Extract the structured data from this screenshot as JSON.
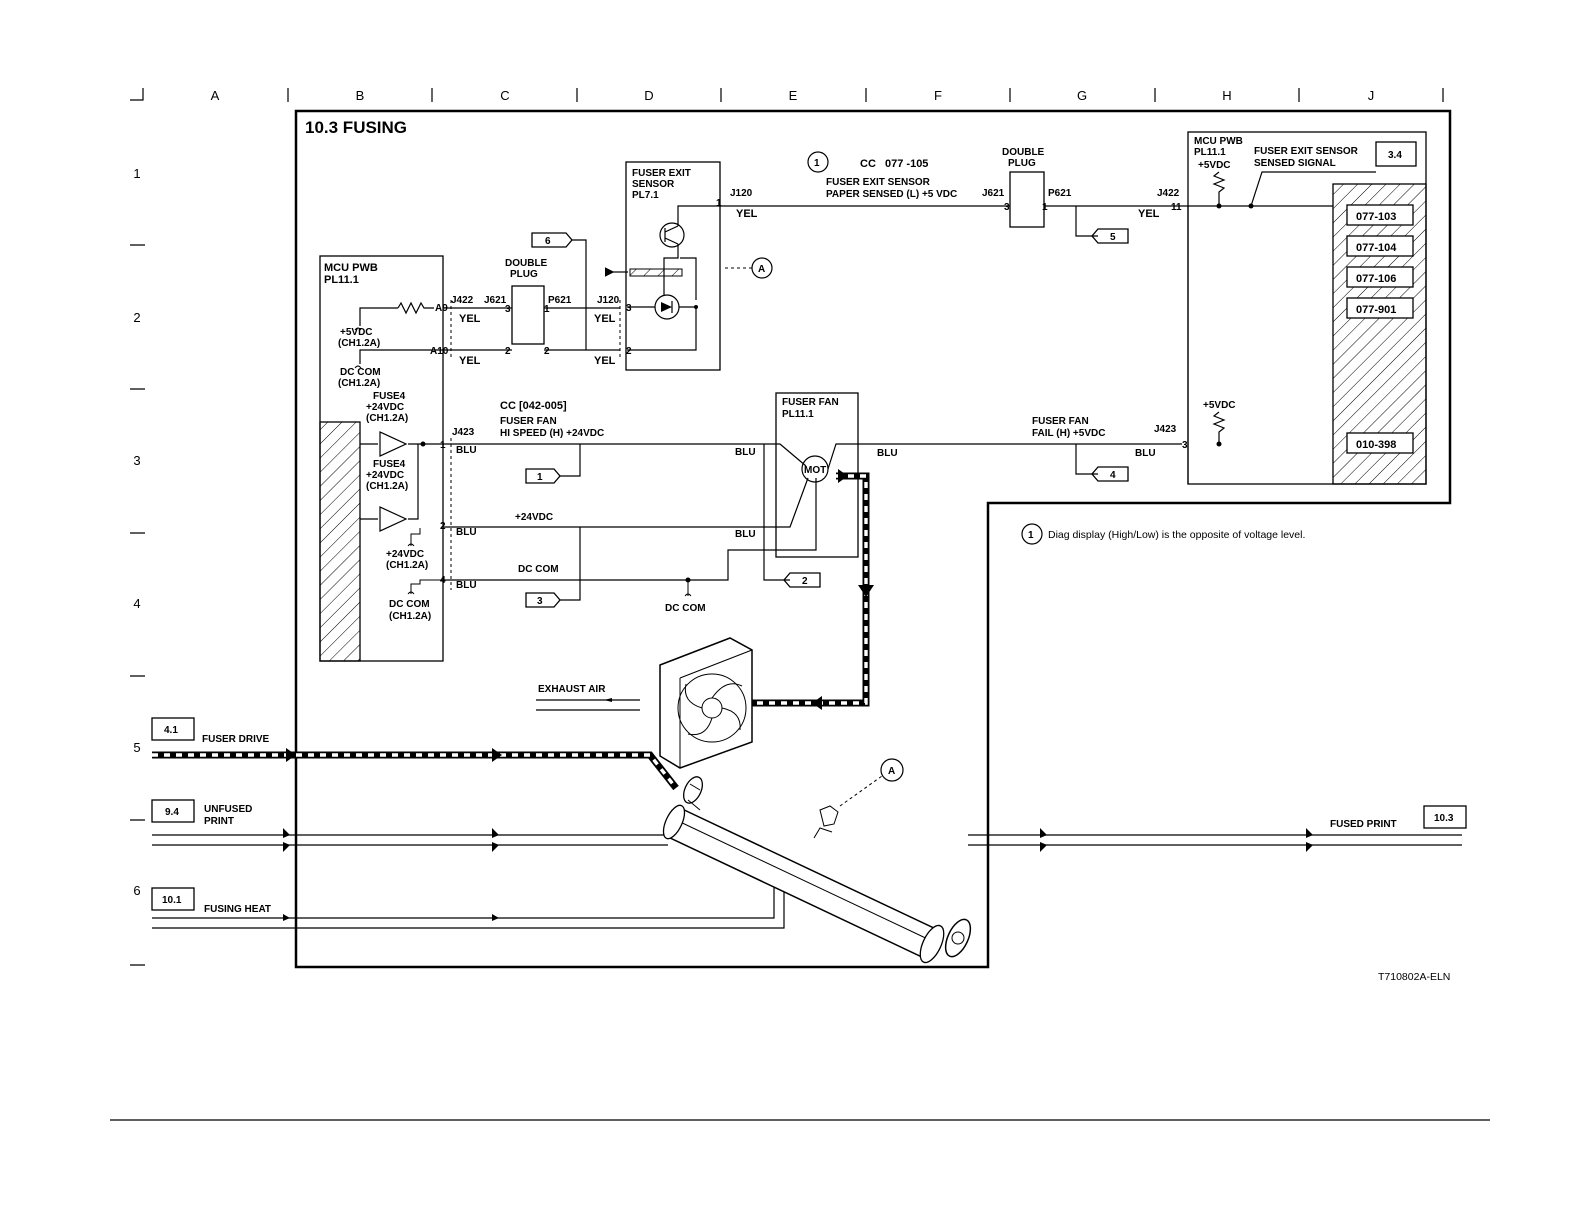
{
  "grid": {
    "columns": [
      "A",
      "B",
      "C",
      "D",
      "E",
      "F",
      "G",
      "H",
      "J"
    ],
    "rows": [
      "1",
      "2",
      "3",
      "4",
      "5",
      "6"
    ]
  },
  "title": "10.3  FUSING",
  "drawing_id": "T710802A-ELN",
  "note": {
    "number": "1",
    "text": "Diag display (High/Low) is the opposite of voltage level."
  },
  "components": {
    "mcu_left": {
      "name": "MCU PWB",
      "pl": "PL11.1"
    },
    "mcu_right": {
      "name": "MCU PWB",
      "pl": "PL11.1"
    },
    "exit_sensor": {
      "line1": "FUSER EXIT",
      "line2": "SENSOR",
      "pl": "PL7.1"
    },
    "fuser_fan": {
      "name": "FUSER FAN",
      "pl": "PL11.1",
      "mot": "MOT"
    },
    "double_plug_left": {
      "line1": "DOUBLE",
      "line2": "PLUG"
    },
    "double_plug_right": {
      "line1": "DOUBLE",
      "line2": "PLUG"
    }
  },
  "labels": {
    "j422": "J422",
    "j621": "J621",
    "p621": "P621",
    "j120": "J120",
    "j423": "J423",
    "a9": "A9",
    "a10": "A10",
    "yel": "YEL",
    "blu": "BLU",
    "pin1": "1",
    "pin2": "2",
    "pin3": "3",
    "pin4": "4",
    "pin11": "11",
    "v5": "+5VDC",
    "ch12a": "(CH1.2A)",
    "dccom": "DC COM",
    "fuse4": "FUSE4",
    "v24": "+24VDC",
    "cc1_prefix": "CC",
    "cc1_code": "077 -105",
    "cc1_l1": "FUSER EXIT SENSOR",
    "cc1_l2": "PAPER SENSED (L) +5 VDC",
    "cc2": "CC [042-005]",
    "cc2_l1": "FUSER FAN",
    "cc2_l2": "HI SPEED (H) +24VDC",
    "sensed_l1": "FUSER EXIT SENSOR",
    "sensed_l2": "SENSED SIGNAL",
    "fanfail_l1": "FUSER FAN",
    "fanfail_l2": "FAIL (H) +5VDC",
    "exhaust": "EXHAUST AIR",
    "fuser_drive": "FUSER DRIVE",
    "unfused_l1": "UNFUSED",
    "unfused_l2": "PRINT",
    "fusing_heat": "FUSING HEAT",
    "fused_print": "FUSED PRINT",
    "ref_a": "A"
  },
  "status_codes": [
    "077-103",
    "077-104",
    "077-106",
    "077-901",
    "010-398"
  ],
  "callouts": [
    "1",
    "2",
    "3",
    "4",
    "5",
    "6"
  ],
  "bsd_refs": {
    "ref_34": "3.4",
    "ref_41": "4.1",
    "ref_94": "9.4",
    "ref_101": "10.1",
    "ref_103": "10.3"
  }
}
